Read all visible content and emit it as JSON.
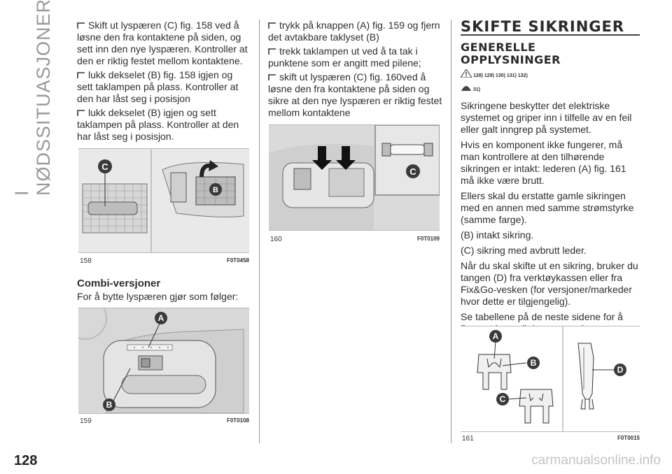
{
  "side_title": "I NØDSSITUASJONER",
  "col1": {
    "bullets": [
      "Skift ut lyspæren (C) fig. 158 ved å løsne den fra kontaktene på siden, og sett inn den nye lyspæren. Kontroller at den er riktig festet mellom kontaktene.",
      "lukk dekselet (B) fig. 158 igjen og sett taklampen på plass. Kontroller at den har låst seg i posisjon",
      "lukk dekselet (B) igjen og sett taklampen på plass. Kontroller at den har låst seg i posisjon."
    ],
    "fig158": {
      "number": "158",
      "code": "F0T0458",
      "callouts": [
        "C",
        "B"
      ]
    },
    "heading": "Combi-versjoner",
    "intro": "For å bytte lyspæren gjør som følger:",
    "fig159": {
      "number": "159",
      "code": "F0T0108",
      "callouts": [
        "A",
        "B"
      ]
    }
  },
  "col2": {
    "bullets": [
      "trykk på knappen (A) fig. 159 og fjern det avtakbare taklyset (B)",
      "trekk taklampen ut ved å ta tak i punktene som er angitt med pilene;",
      "skift ut lyspæren (C) fig. 160ved å løsne den fra kontaktene på siden og sikre at den nye lyspæren er riktig festet mellom kontaktene"
    ],
    "fig160": {
      "number": "160",
      "code": "F0T0109",
      "callouts": [
        "C"
      ]
    }
  },
  "col3": {
    "section_title": "SKIFTE SIKRINGER",
    "sub_title_line1": "GENERELLE",
    "sub_title_line2": "OPPLYSNINGER",
    "warning_refs": "128) 129) 130) 131) 132)",
    "caution_refs": "31)",
    "paragraphs": [
      "Sikringene beskytter det elektriske systemet og griper inn i tilfelle av en feil eller galt inngrep på systemet.",
      "Hvis en komponent ikke fungerer, må man kontrollere at den tilhørende sikringen er intakt: lederen (A) fig. 161 må ikke være brutt.",
      "Ellers skal du erstatte gamle sikringen med en annen med samme strømstyrke (samme farge).",
      "(B) intakt sikring.",
      "(C) sikring med avbrutt leder.",
      "Når du skal skifte ut en sikring, bruker du tangen (D) fra verktøykassen eller fra Fix&Go-vesken (for versjoner/markeder hvor dette er tilgjengelig).",
      "Se tabellene på de neste sidene for å finne ut hvor sikringene er plassert."
    ],
    "fig161": {
      "number": "161",
      "code": "F0T0015",
      "callouts": [
        "A",
        "B",
        "C",
        "D"
      ]
    }
  },
  "page_number": "128",
  "watermark": "carmanualsonline.info",
  "colors": {
    "callout": "#3a3a3a",
    "text": "#2e2e2e",
    "figure_bg": "#ededed"
  }
}
